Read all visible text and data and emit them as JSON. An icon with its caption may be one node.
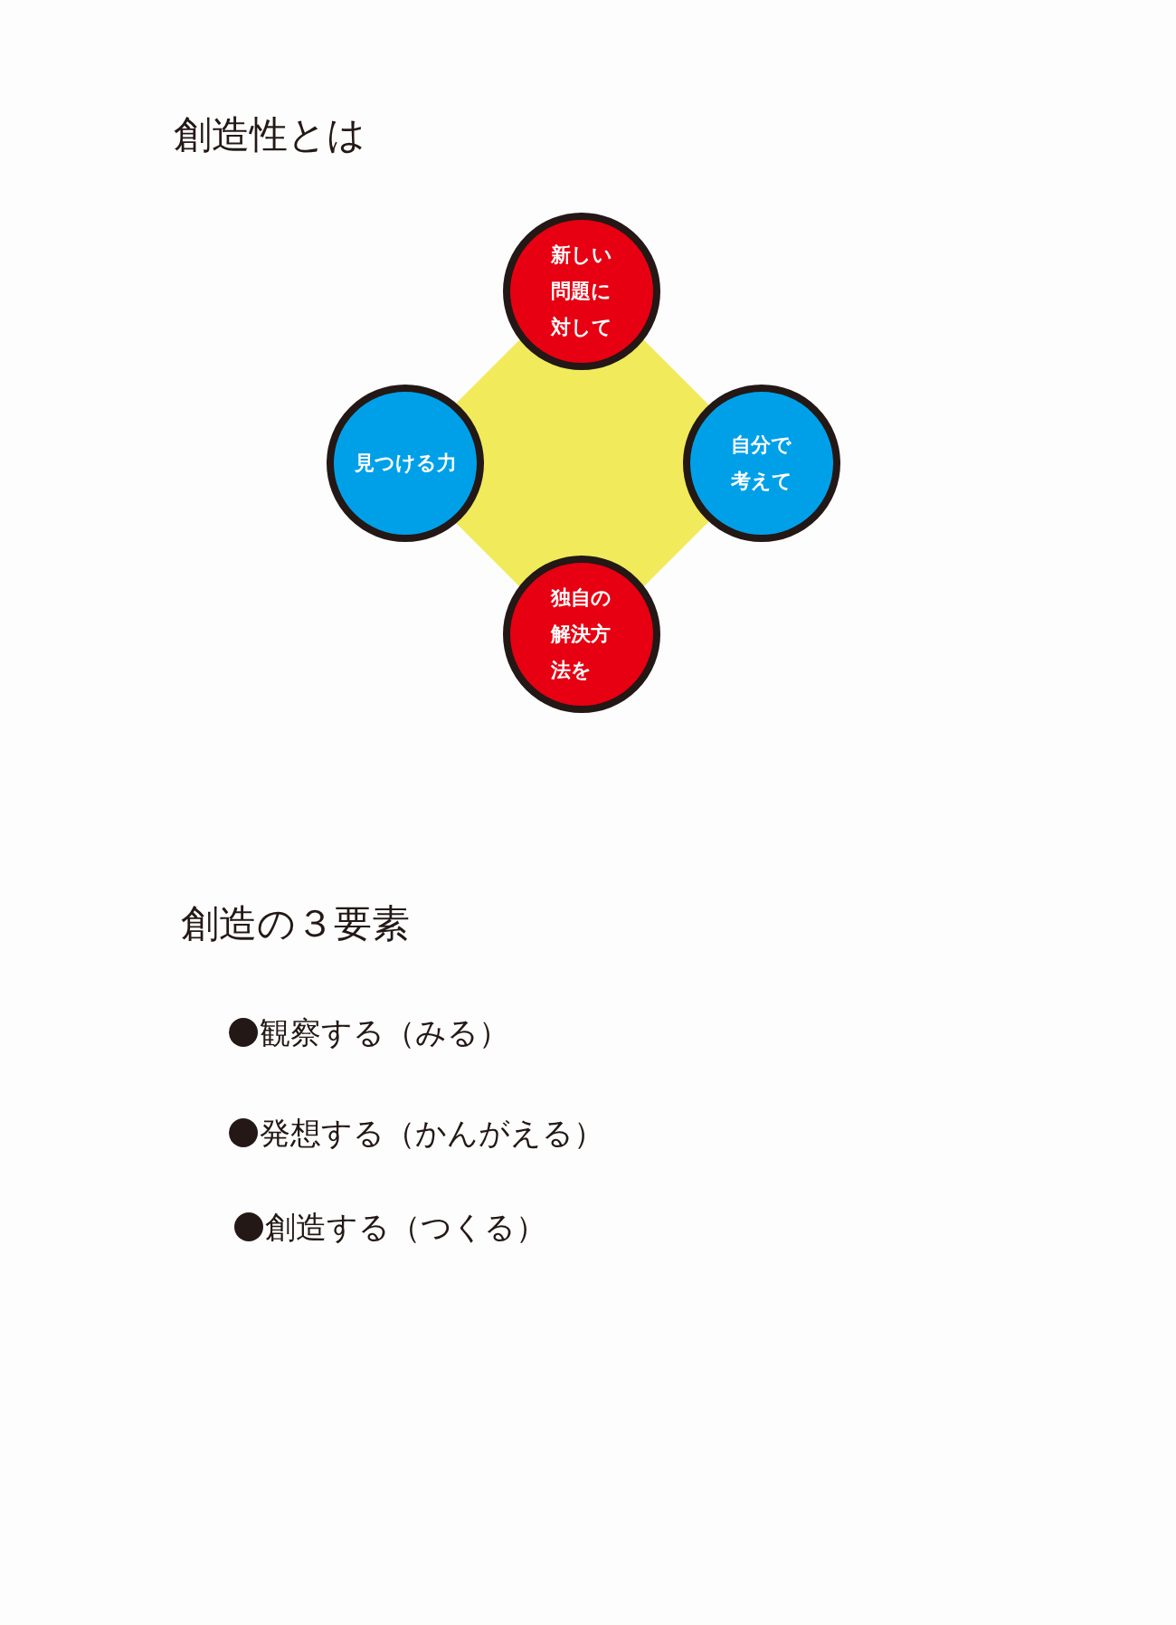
{
  "diagram": {
    "title": "創造性とは",
    "nodes": [
      {
        "text": [
          "新しい問題に対して"
        ]
      },
      {
        "text": [
          "見つける力"
        ]
      },
      {
        "text": [
          "自分で考えて"
        ]
      },
      {
        "text": [
          "独自の解決方法を"
        ]
      }
    ],
    "labels": [
      "創造の３要素",
      "観察する（みる）",
      "発想する（かんがえる）",
      "創造する（つくる）"
    ]
  }
}
